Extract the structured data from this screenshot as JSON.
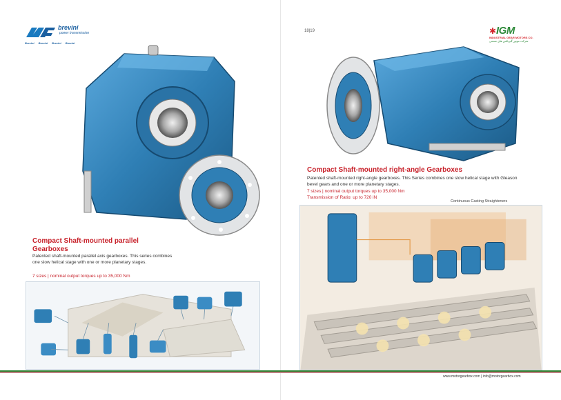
{
  "left_page": {
    "logo": {
      "name": "brevini",
      "tagline": "power transmission",
      "brands": [
        "Brevini",
        "Brevini",
        "Brevini",
        "Brevini"
      ]
    },
    "product": {
      "title": "Compact Shaft-mounted parallel Gearboxes",
      "description": "Patented shaft-mounted parallel axis gearboxes. This series combines one slow helical stage with one or more planetary stages.",
      "spec": "7 sizes | nominal output torques up to 35,000 Nm"
    }
  },
  "right_page": {
    "page_number": "18|19",
    "logo": {
      "name": "IGM",
      "subtitle": "INDUSTRIAL GEAR MOTORS CO.",
      "subtitle_fa": "شرکت موتور گیربکس های صنعتی"
    },
    "product": {
      "title": "Compact Shaft-mounted right-angle Gearboxes",
      "description": "Patented shaft-mounted right-angle gearboxes. This Series combines one slow helical stage with Gleason bevel gears and one or more planetary stages.",
      "spec_torque": "7 sizes | nominal output torques up to 35,000 Nm",
      "spec_ratio": "Transmission of Ratio: up to 720 iN"
    },
    "caption": "Continuous Casting Straighteners"
  },
  "footer": {
    "text": "www.motorgearbox.com | info@motorgearbox.com"
  },
  "colors": {
    "accent_red": "#c8232c",
    "gearbox_blue": "#2f7fb5",
    "brand_green": "#2e8a3a"
  }
}
